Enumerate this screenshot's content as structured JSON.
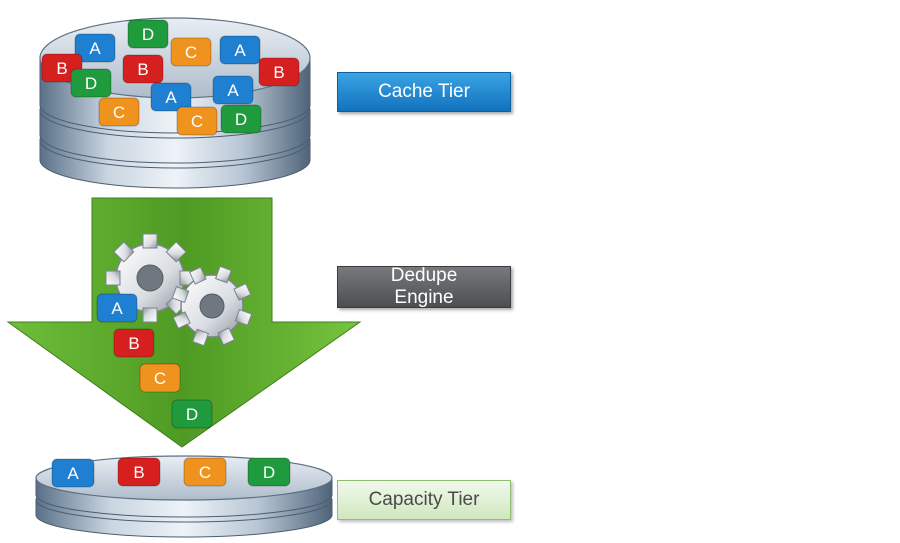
{
  "labels": {
    "cache_tier": "Cache Tier",
    "dedupe_engine": "Dedupe\nEngine",
    "capacity_tier": "Capacity Tier"
  },
  "block_letters": {
    "a": "A",
    "b": "B",
    "c": "C",
    "d": "D"
  },
  "cache_blocks": [
    "D",
    "A",
    "C",
    "A",
    "B",
    "B",
    "B",
    "D",
    "A",
    "A",
    "C",
    "C",
    "D"
  ],
  "engine_blocks": [
    "A",
    "B",
    "C",
    "D"
  ],
  "capacity_blocks": [
    "A",
    "B",
    "C",
    "D"
  ],
  "colors": {
    "A": "#1f7fd0",
    "B": "#d62020",
    "C": "#f0921e",
    "D": "#1f9a3c",
    "arrow": "#5aaa2c",
    "cache_label": "#1a86d0",
    "engine_label": "#5a5c60",
    "capacity_label": "#dcefd0"
  },
  "icons": {
    "dedupe_engine": "gears-icon"
  }
}
